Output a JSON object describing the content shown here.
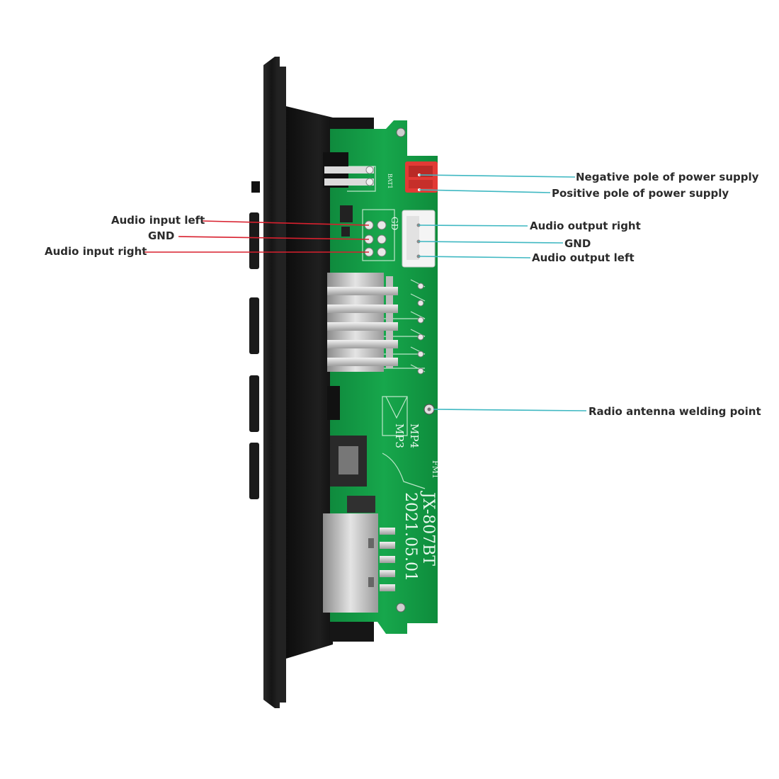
{
  "board": {
    "silkscreen_model": "JX-807BT",
    "silkscreen_date": "2021.05.01",
    "silkscreen_mp4": "MP4",
    "silkscreen_mp3": "MP3",
    "silkscreen_fm": "FM1",
    "silkscreen_gd": "GD",
    "silkscreen_bat": "BAT1"
  },
  "annotations": {
    "negative_pole": "Negative pole of power supply",
    "positive_pole": "Positive pole of power supply",
    "audio_output_right": "Audio output right",
    "gnd_output": "GND",
    "audio_output_left": "Audio output left",
    "radio_antenna": "Radio antenna welding point",
    "audio_input_left": "Audio input left",
    "gnd_input": "GND",
    "audio_input_right": "Audio input right"
  },
  "colors": {
    "pcb_green": "#14a24a",
    "panel_black": "#1c1c1c",
    "leader_red": "#d8202e",
    "leader_cyan": "#3fb8c2",
    "connector_red": "#e23a35"
  }
}
